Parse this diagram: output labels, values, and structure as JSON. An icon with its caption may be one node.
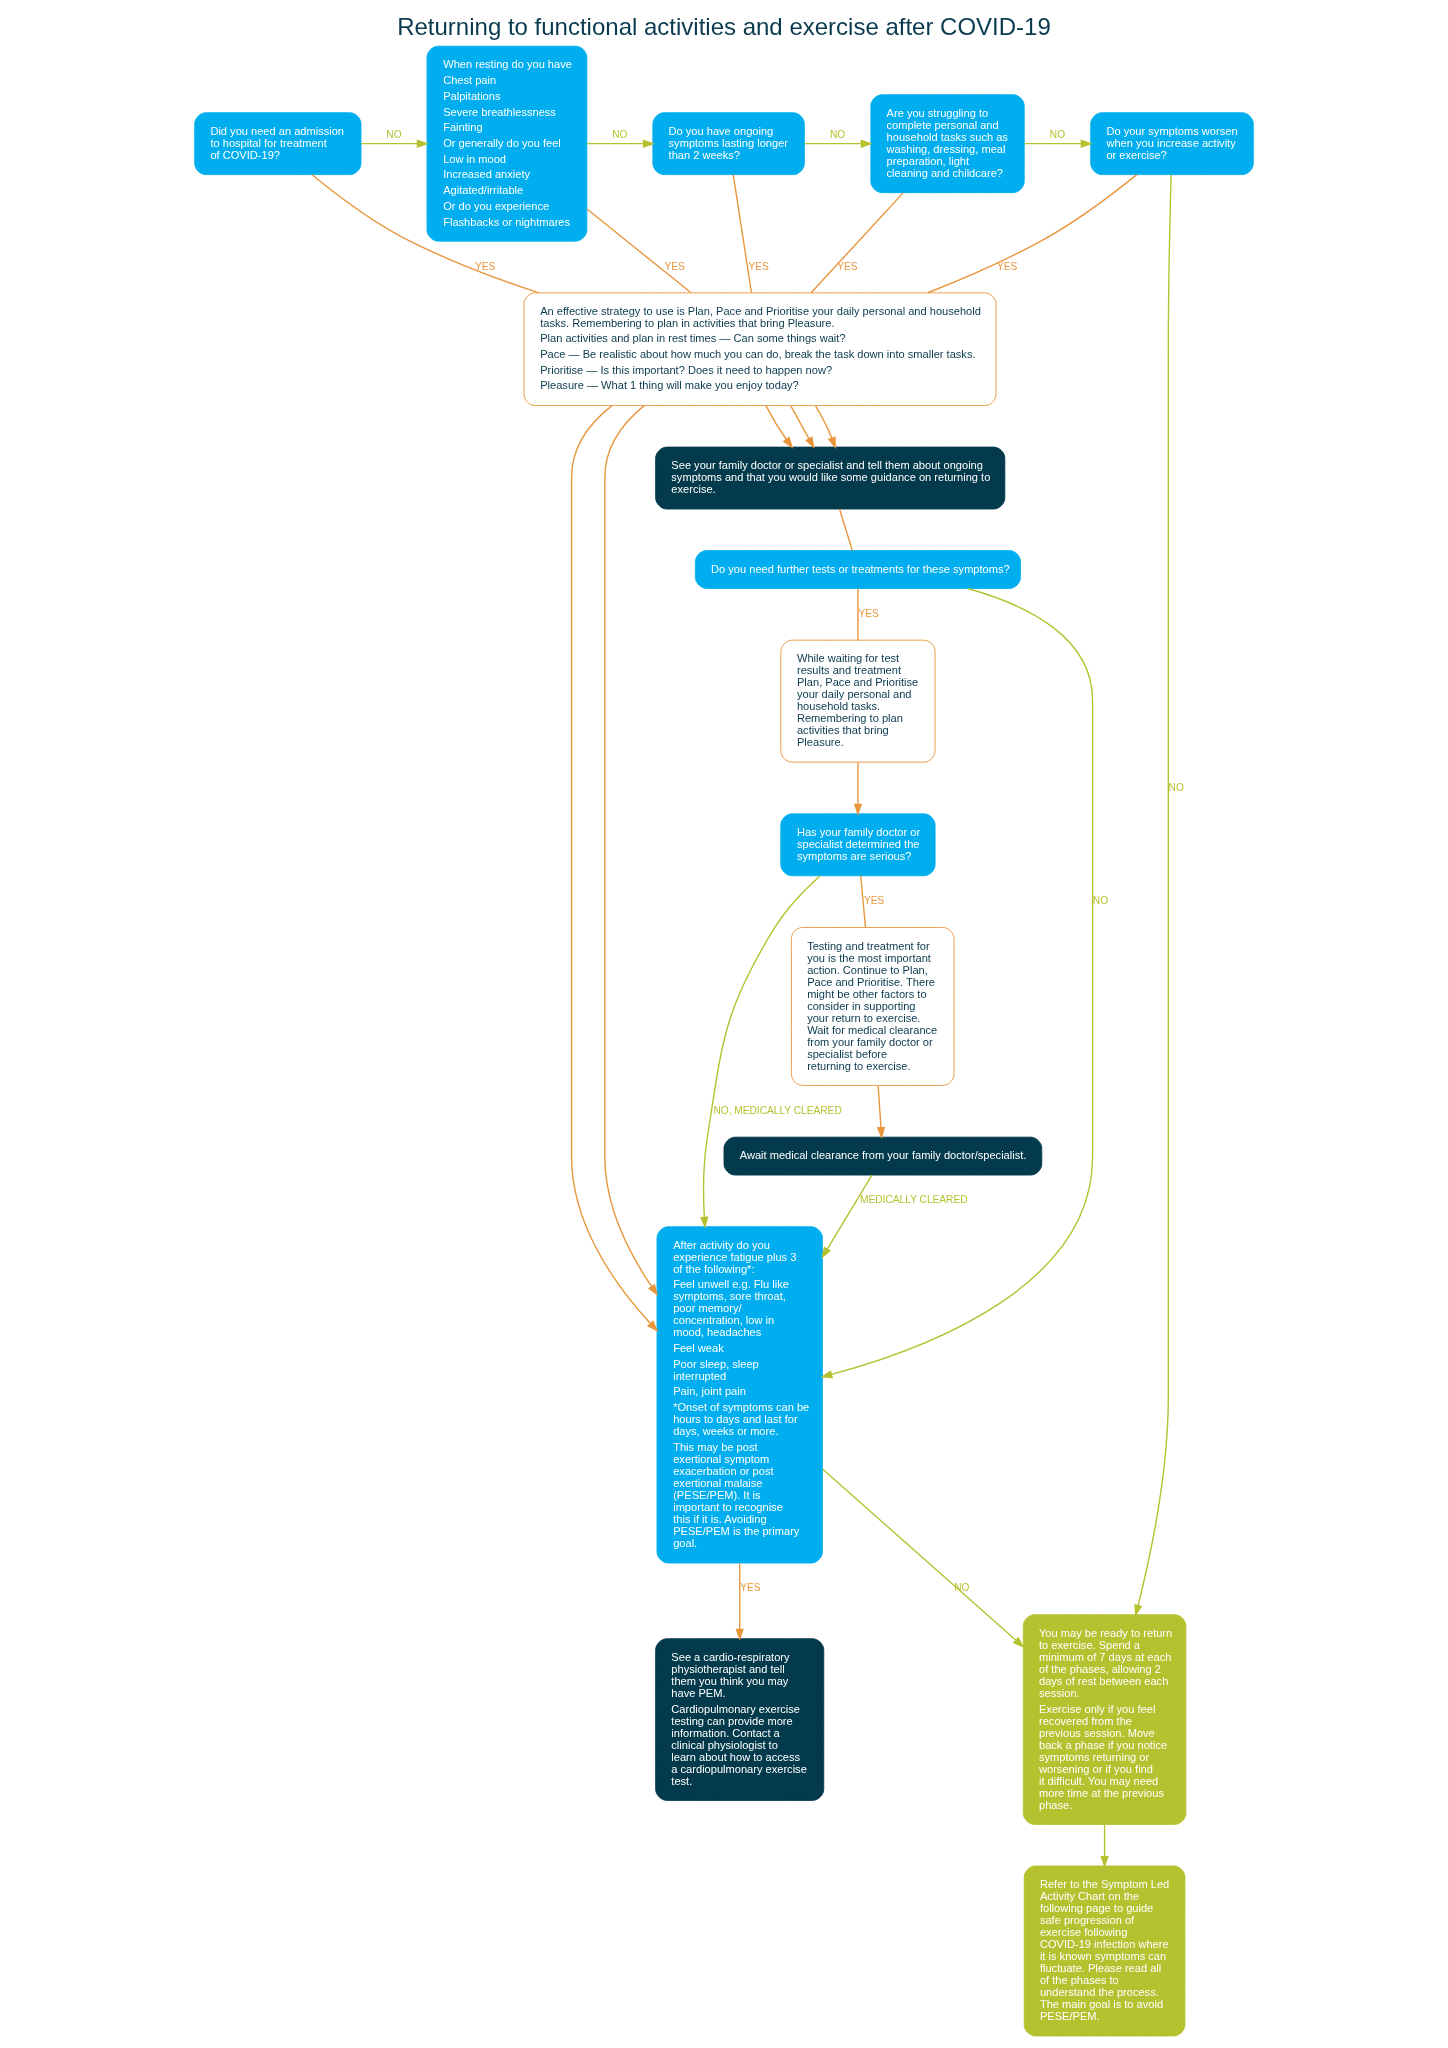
{
  "diagram": {
    "title": "Returning to functional activities and exercise after COVID-19",
    "nodes": [
      {
        "text": [
          "Did you need an admission to hospital for treatment of COVID-19?"
        ]
      },
      {
        "text": [
          "When resting do you have",
          "Chest pain",
          "Palpitations",
          "Severe breathlessness",
          "Fainting",
          "Or generally do you feel",
          "Low in mood",
          "Increased anxiety",
          "Agitated/irritable",
          "Or do you experience",
          "Flashbacks or nightmares"
        ]
      },
      {
        "text": [
          "Do you have ongoing symptoms lasting longer than 2 weeks?"
        ]
      },
      {
        "text": [
          "Are you struggling to complete personal and household tasks such as washing, dressing, meal preparation, light cleaning and childcare?"
        ]
      },
      {
        "text": [
          "Do your symptoms worsen when you increase activity or exercise?"
        ]
      },
      {
        "text": [
          "An effective strategy to use is Plan, Pace and Prioritise your daily personal and household tasks. Remembering to plan in activities that bring Pleasure.",
          "Plan activities and plan in rest times — Can some things wait?",
          "Pace — Be realistic about how much you can do, break the task down into smaller tasks.",
          "Prioritise — Is this important? Does it need to happen now?",
          "Pleasure — What 1 thing will make you enjoy today?"
        ]
      },
      {
        "text": [
          "See your family doctor or specialist and tell them about ongoing symptoms and that you would like some guidance on returning to exercise."
        ]
      },
      {
        "text": [
          "Do you need further tests or treatments for these symptoms?"
        ]
      },
      {
        "text": [
          "While waiting for test results and treatment Plan, Pace and Prioritise your daily personal and household tasks. Remembering to plan activities that bring Pleasure."
        ]
      },
      {
        "text": [
          "Has your family doctor or specialist determined the symptoms are serious?"
        ]
      },
      {
        "text": [
          "Testing and treatment for you is the most important action. Continue to Plan, Pace and Prioritise. There might be other factors to consider in supporting your return to exercise. Wait for medical clearance from your family doctor or specialist before returning to exercise."
        ]
      },
      {
        "text": [
          "Await medical clearance from your family doctor/specialist."
        ]
      },
      {
        "text": [
          "After activity do you experience fatigue plus 3 of the following*:",
          "Feel unwell e.g. Flu like symptoms, sore throat, poor memory/ concentration, low in mood, headaches",
          "Feel weak",
          "Poor sleep, sleep interrupted",
          "Pain, joint pain",
          "*Onset of symptoms can be hours to days and last for days, weeks or more.",
          "This may be post exertional symptom exacerbation or post exertional malaise (PESE/PEM). It is important to recognise this if it is. Avoiding PESE/PEM is the primary goal."
        ]
      },
      {
        "text": [
          "You may be ready to return to exercise. Spend a minimum of 7 days at each of the phases, allowing 2 days of rest between each session.",
          "Exercise only if you feel recovered from the previous session. Move back a phase if you notice symptoms returning or worsening or if you find it difficult. You may need more time at the previous phase."
        ]
      },
      {
        "text": [
          "See a cardio-respiratory physiotherapist and tell them you think you may have PEM.",
          "Cardiopulmonary exercise testing can provide more information. Contact a clinical physiologist to learn about how to access a cardiopulmonary exercise test."
        ]
      },
      {
        "text": [
          "Refer to the Symptom Led Activity Chart on the following page to guide safe progression of exercise following COVID-19 infection where it is known symptoms can fluctuate. Please read all of the phases to understand the process. The main goal is to avoid PESE/PEM."
        ]
      }
    ],
    "edges": [
      {
        "from": 0,
        "to": 1,
        "arrow": "to",
        "label": "NO",
        "color": "#b5c230"
      },
      {
        "from": 1,
        "to": 2,
        "arrow": "to",
        "label": "NO",
        "color": "#b5c230"
      },
      {
        "from": 2,
        "to": 3,
        "arrow": "to",
        "label": "NO",
        "color": "#b5c230"
      },
      {
        "from": 3,
        "to": 4,
        "arrow": "to",
        "label": "NO",
        "color": "#b5c230"
      },
      {
        "from": 0,
        "to": 5,
        "arrow": "none",
        "label": "YES"
      },
      {
        "from": 1,
        "to": 5,
        "arrow": "none",
        "label": "YES"
      },
      {
        "from": 2,
        "to": 5,
        "arrow": "none",
        "label": "YES"
      },
      {
        "from": 3,
        "to": 5,
        "arrow": "none",
        "label": "YES"
      },
      {
        "from": 4,
        "to": 5,
        "arrow": "none",
        "label": "YES"
      },
      {
        "from": 4,
        "to": 13,
        "arrow": "to",
        "label": "NO",
        "color": "#b5c230"
      },
      {
        "from": 5,
        "to": 6,
        "arrow": "to"
      },
      {
        "from": 5,
        "to": 6,
        "arrow": "to"
      },
      {
        "from": 5,
        "to": 6,
        "arrow": "to"
      },
      {
        "from": 5,
        "to": 12,
        "arrow": "to"
      },
      {
        "from": 5,
        "to": 12,
        "arrow": "to"
      },
      {
        "from": 6,
        "to": 7,
        "arrow": "none"
      },
      {
        "from": 7,
        "to": 12,
        "arrow": "to",
        "label": "NO",
        "color": "#b5c230"
      },
      {
        "from": 7,
        "to": 8,
        "arrow": "none",
        "label": "YES"
      },
      {
        "from": 8,
        "to": 9,
        "arrow": "to"
      },
      {
        "from": 9,
        "to": 12,
        "arrow": "to",
        "label": "NO, MEDICALLY CLEARED",
        "color": "#b5c230"
      },
      {
        "from": 9,
        "to": 10,
        "arrow": "none",
        "label": "YES"
      },
      {
        "from": 10,
        "to": 11,
        "arrow": "to"
      },
      {
        "from": 11,
        "to": 12,
        "arrow": "to",
        "label": "MEDICALLY CLEARED",
        "color": "#b5c230"
      },
      {
        "from": 12,
        "to": 13,
        "arrow": "to",
        "label": "NO",
        "color": "#b5c230"
      },
      {
        "from": 12,
        "to": 14,
        "arrow": "to",
        "label": "YES"
      },
      {
        "from": 13,
        "to": 15,
        "arrow": "to",
        "color": "#b5c230"
      }
    ]
  }
}
